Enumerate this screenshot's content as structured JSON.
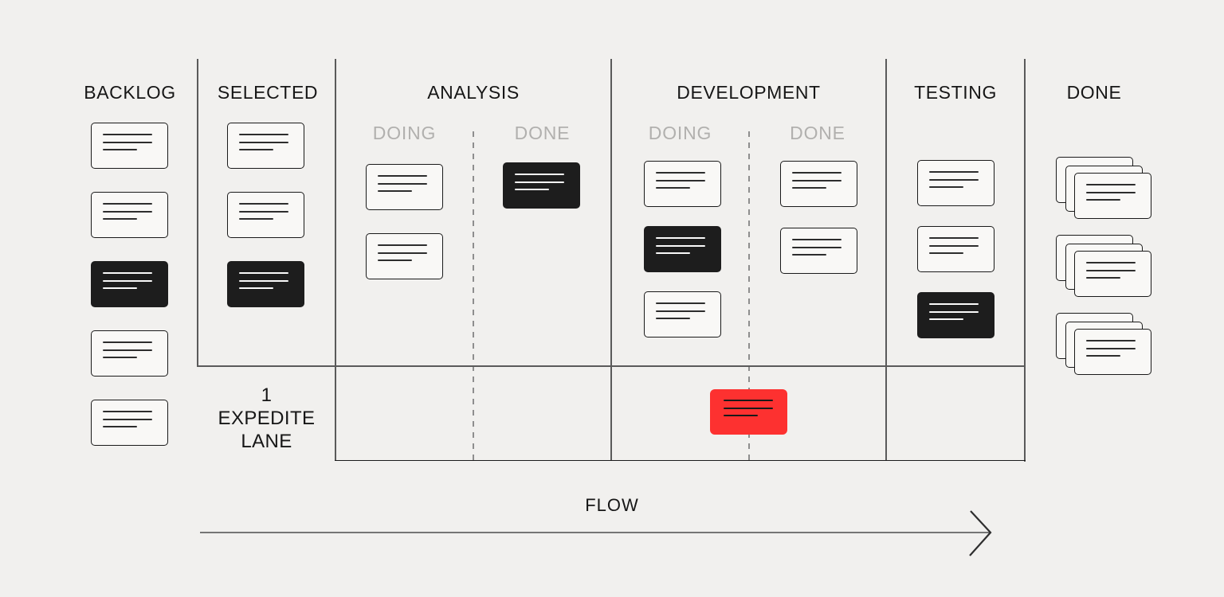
{
  "colors": {
    "background": "#f1f0ee",
    "card_bg": "#f9f8f6",
    "card_border": "#1a1a1a",
    "card_line": "#2d2d2d",
    "black_card_bg": "#1d1d1d",
    "black_card_line": "#fafafa",
    "red_card_bg": "#fd3130",
    "red_card_line": "#191919",
    "board_line": "#5a5a5a",
    "bottom_line": "#1b1b1b",
    "dashed_line": "#8e8e8e",
    "sublabel": "#b1b0ae",
    "header_text": "#161616",
    "arrow_line": "#757575",
    "arrow_head": "#2e2e2e"
  },
  "board": {
    "columns": {
      "backlog": {
        "label": "BACKLOG",
        "cards": [
          "white",
          "white",
          "black",
          "white",
          "white"
        ]
      },
      "selected": {
        "label": "SELECTED",
        "cards": [
          "white",
          "white",
          "black"
        ]
      },
      "analysis": {
        "label": "ANALYSIS",
        "doing_label": "DOING",
        "done_label": "DONE",
        "doing_cards": [
          "white",
          "white"
        ],
        "done_cards": [
          "black"
        ]
      },
      "development": {
        "label": "DEVELOPMENT",
        "doing_label": "DOING",
        "done_label": "DONE",
        "doing_cards": [
          "white",
          "black",
          "white"
        ],
        "done_cards": [
          "white",
          "white"
        ]
      },
      "testing": {
        "label": "TESTING",
        "cards": [
          "white",
          "white",
          "black"
        ]
      },
      "done": {
        "label": "DONE",
        "stack_count": 3,
        "cards_per_stack": 3
      }
    },
    "expedite_lane": {
      "wip_limit": "1",
      "label_line_1": "EXPEDITE",
      "label_line_2": "LANE",
      "cards": [
        "red"
      ]
    },
    "flow": {
      "label": "FLOW"
    }
  }
}
